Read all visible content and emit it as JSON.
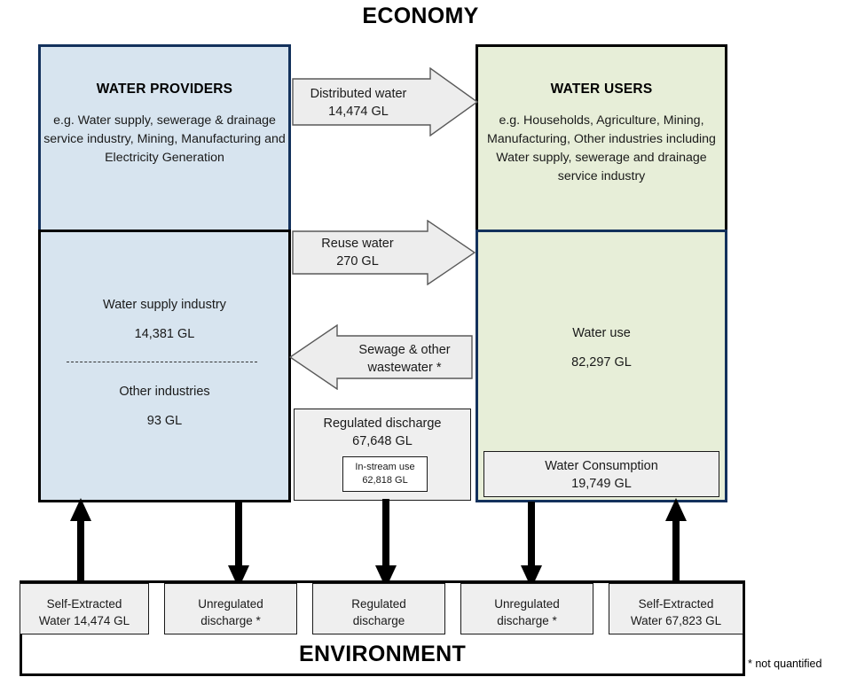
{
  "title": "ECONOMY",
  "environment_title": "ENVIRONMENT",
  "footnote": "* not quantified",
  "colors": {
    "providers_fill": "#d7e4ef",
    "users_fill": "#e7eed8",
    "navy_border": "#13315c",
    "black_border": "#000000",
    "grey_fill": "#efefef"
  },
  "providers": {
    "heading": "WATER PROVIDERS",
    "description": "e.g. Water supply, sewerage & drainage service industry, Mining, Manufacturing and Electricity Generation",
    "segments": [
      {
        "label": "Water supply industry",
        "value": "14,381 GL"
      },
      {
        "label": "Other industries",
        "value": "93 GL"
      }
    ]
  },
  "users": {
    "heading": "WATER USERS",
    "description": "e.g. Households, Agriculture, Mining, Manufacturing, Other industries including Water supply, sewerage and drainage service industry",
    "water_use": {
      "label": "Water use",
      "value": "82,297 GL"
    },
    "consumption": {
      "label": "Water Consumption",
      "value": "19,749 GL"
    }
  },
  "flows": [
    {
      "name": "distributed-water",
      "direction": "right",
      "label": "Distributed water",
      "value": "14,474 GL"
    },
    {
      "name": "reuse-water",
      "direction": "right",
      "label": "Reuse water",
      "value": "270 GL"
    },
    {
      "name": "sewage-other-wastewater",
      "direction": "left",
      "label": "Sewage & other",
      "label2": "wastewater *",
      "value": ""
    }
  ],
  "regulated_discharge": {
    "label": "Regulated discharge",
    "value": "67,648 GL",
    "instream_label": "In-stream use",
    "instream_value": "62,818 GL"
  },
  "environment_cells": [
    {
      "line1": "Self-Extracted",
      "line2": "Water 14,474 GL"
    },
    {
      "line1": "Unregulated",
      "line2": "discharge *"
    },
    {
      "line1": "Regulated",
      "line2": "discharge"
    },
    {
      "line1": "Unregulated",
      "line2": "discharge *"
    },
    {
      "line1": "Self-Extracted",
      "line2": "Water 67,823 GL"
    }
  ]
}
